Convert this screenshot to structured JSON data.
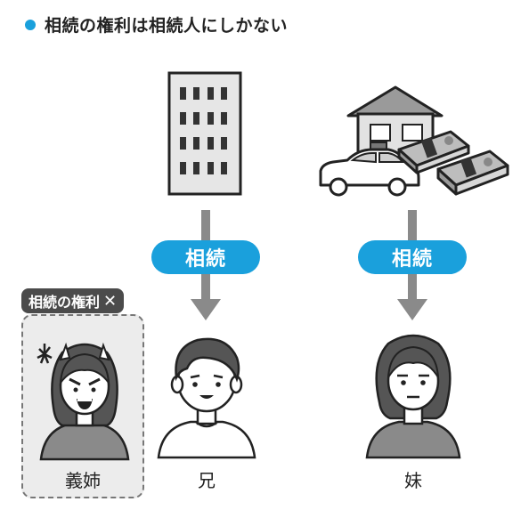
{
  "title": "相続の権利は相続人にしかない",
  "pills": {
    "left": "相続",
    "right": "相続"
  },
  "badge": {
    "text": "相続の権利",
    "mark": "✕"
  },
  "people": {
    "sister_in_law": "義姉",
    "brother": "兄",
    "sister": "妹"
  },
  "colors": {
    "accent": "#1aa0dc",
    "dark": "#4b4b4b",
    "gray": "#8a8a8a"
  }
}
